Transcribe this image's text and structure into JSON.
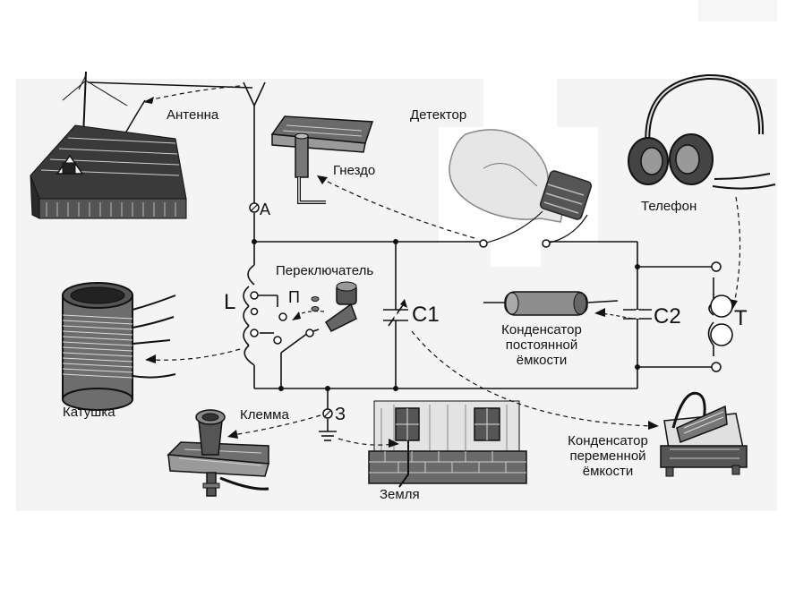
{
  "diagram": {
    "labels": {
      "antenna": "Антенна",
      "socket": "Гнездо",
      "detector": "Детектор",
      "phones": "Телефон",
      "switch": "Переключатель",
      "coil": "Катушка",
      "terminal": "Клемма",
      "ground": "Земля",
      "fixed_capacitor": [
        "Конденсатор",
        "постоянной",
        "ёмкости"
      ],
      "variable_capacitor": [
        "Конденсатор",
        "переменной",
        "ёмкости"
      ]
    },
    "symbols": {
      "antenna_point": "А",
      "coil_L": "L",
      "switch_P": "П",
      "cap_C1": "С1",
      "cap_C2": "С2",
      "phones_T": "Т",
      "ground_point": "З"
    }
  },
  "colors": {
    "ink": "#111111",
    "panel_background": "#f4f4f4",
    "page_background": "#ffffff"
  },
  "icons": [
    "house-with-antenna-icon",
    "antenna-socket-icon",
    "light-bulb-icon",
    "headphones-icon",
    "coil-icon",
    "switch-knob-icon",
    "fixed-capacitor-icon",
    "variable-capacitor-icon",
    "binding-terminal-icon",
    "ground-building-icon"
  ]
}
